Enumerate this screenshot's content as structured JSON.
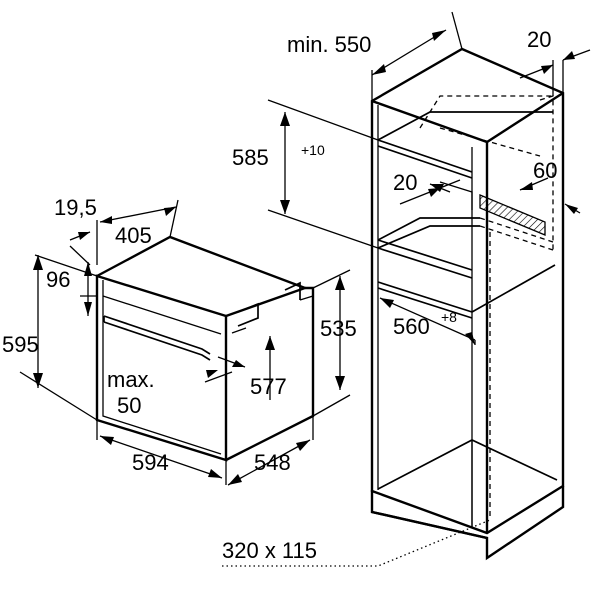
{
  "dimensions": {
    "min_550": "min. 550",
    "d20_top": "20",
    "d585": "585",
    "d585_tol": "+10",
    "d20_shelf": "20",
    "d60": "60",
    "d19_5": "19,5",
    "d405": "405",
    "d96": "96",
    "d595": "595",
    "d535": "535",
    "d560": "560",
    "d560_tol": "+8",
    "max_line1": "max.",
    "max_line2": "50",
    "d577": "577",
    "d594": "594",
    "d548": "548",
    "vent": "320 x 115"
  }
}
